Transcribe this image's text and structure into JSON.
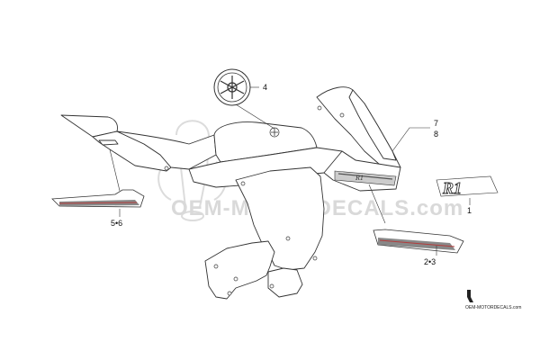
{
  "diagram": {
    "watermark_text": "OEM-MOTORDECALS.com",
    "footer_logo_text": "OEM-MOTORDECALS.com",
    "decal_text": "R1",
    "callouts": {
      "c1": "1",
      "c23": "2•3",
      "c4": "4",
      "c56": "5•6",
      "c7": "7",
      "c8": "8"
    },
    "colors": {
      "line": "#333333",
      "stripe_red": "#b23b3b",
      "stripe_dark": "#555555",
      "watermark": "#d9d9d9"
    }
  }
}
